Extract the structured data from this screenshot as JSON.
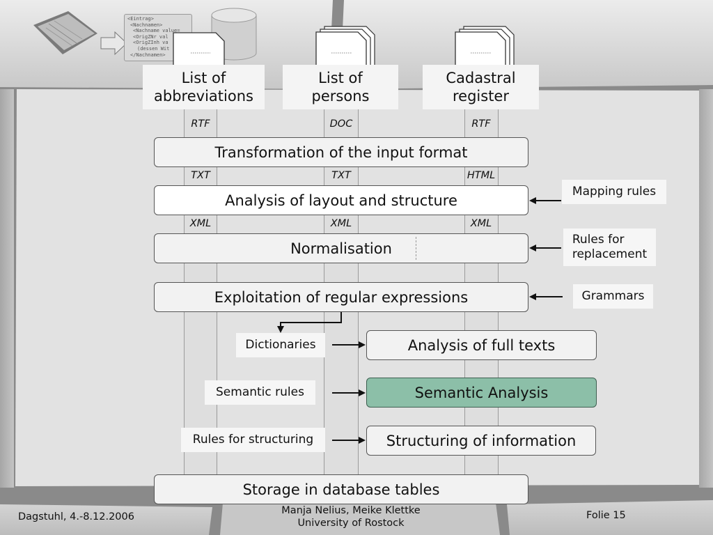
{
  "sources": [
    {
      "label": "List of\nabbreviations",
      "format": "RTF"
    },
    {
      "label": "List of\npersons",
      "format": "DOC"
    },
    {
      "label": "Cadastral\nregister",
      "format": "RTF"
    }
  ],
  "formats_after_transform": [
    "TXT",
    "TXT",
    "HTML"
  ],
  "formats_after_analysis": [
    "XML",
    "XML",
    "XML"
  ],
  "steps": {
    "transform": "Transformation of the input format",
    "layout": "Analysis of layout and structure",
    "normalisation": "Normalisation",
    "regex": "Exploitation of regular expressions",
    "fulltext": "Analysis of full texts",
    "semantic": "Semantic Analysis",
    "structuring": "Structuring of information",
    "storage": "Storage in database tables"
  },
  "inputs": {
    "mapping_rules": "Mapping rules",
    "replacement_rules": "Rules for\nreplacement",
    "grammars": "Grammars",
    "dictionaries": "Dictionaries",
    "semantic_rules": "Semantic rules",
    "structuring_rules": "Rules for structuring"
  },
  "header_xml": [
    "<Eintrag>",
    "  <Nachnamen>",
    "   <Nachname value=",
    "   <OrigZNr val",
    "   <OrigZInh va",
    "    (dessen Wit",
    "  </Nachnamen>"
  ],
  "footer": {
    "left": "Dagstuhl, 4.-8.12.2006",
    "center": "Manja Nelius, Meike Klettke\nUniversity of Rostock",
    "right": "Folie 15"
  },
  "colors": {
    "semantic_box": "#8cbfa8",
    "panel": "#e2e2e2",
    "background": "#8c8c8c"
  }
}
